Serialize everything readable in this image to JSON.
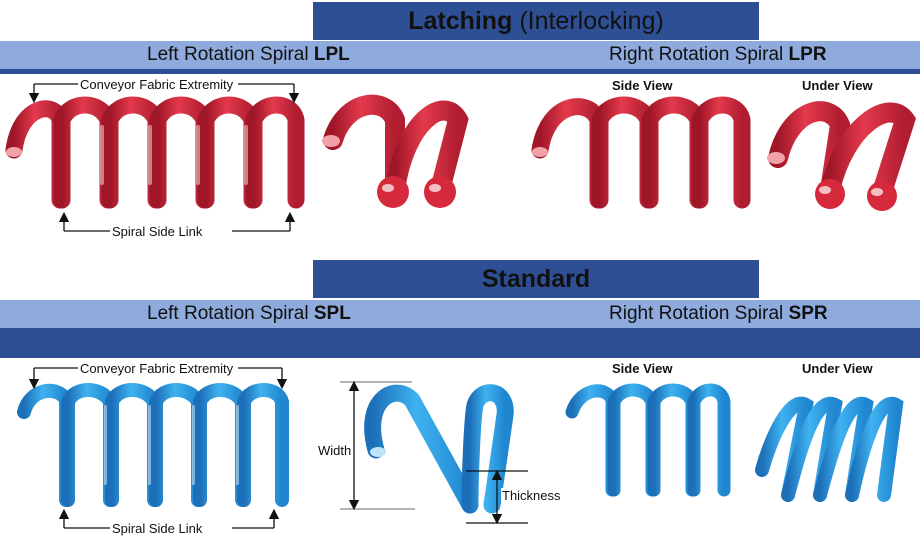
{
  "latching": {
    "title_bold": "Latching",
    "title_rest": "(Interlocking)",
    "left_label": "Left Rotation Spiral",
    "left_code": "LPL",
    "right_label": "Right Rotation Spiral",
    "right_code": "LPR",
    "side_view": "Side View",
    "under_view": "Under View",
    "fabric_extremity": "Conveyor Fabric Extremity",
    "side_link": "Spiral Side Link"
  },
  "standard": {
    "title": "Standard",
    "left_label": "Left Rotation Spiral",
    "left_code": "SPL",
    "right_label": "Right Rotation Spiral",
    "right_code": "SPR",
    "side_view": "Side View",
    "under_view": "Under View",
    "fabric_extremity": "Conveyor Fabric Extremity",
    "side_link": "Spiral Side Link",
    "width": "Width",
    "thickness": "Thickness"
  },
  "colors": {
    "band_dark": "#2f4f95",
    "band_light": "#8faadc",
    "spiral_red": "#d62a3c",
    "spiral_blue": "#2c9be0"
  }
}
